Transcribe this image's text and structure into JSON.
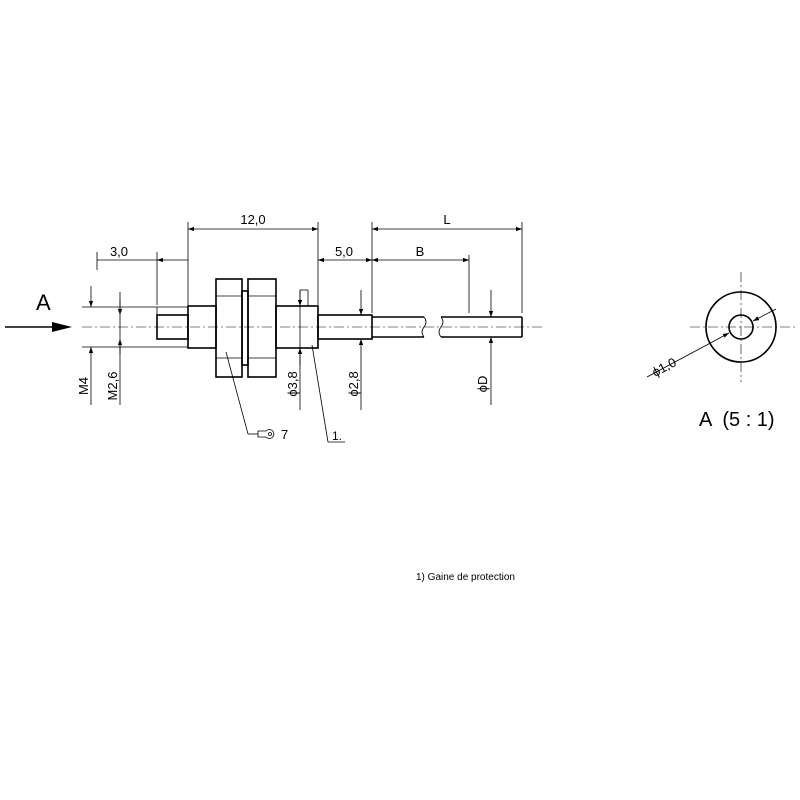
{
  "view_arrow_label": "A",
  "dimensions": {
    "d_3_0": "3,0",
    "d_12_0": "12,0",
    "d_5_0": "5,0",
    "d_L": "L",
    "d_B": "B",
    "m4": "M4",
    "m2_6": "M2,6",
    "dia_3_8": "ϕ3,8",
    "dia_2_8": "ϕ2,8",
    "dia_D": "ϕD",
    "dia_1_0": "ϕ1,0"
  },
  "callouts": {
    "wrench_size": "7",
    "ref_1": "1."
  },
  "detail_view": {
    "title": "A  (5 : 1)"
  },
  "footnote": "1) Gaine de protection"
}
